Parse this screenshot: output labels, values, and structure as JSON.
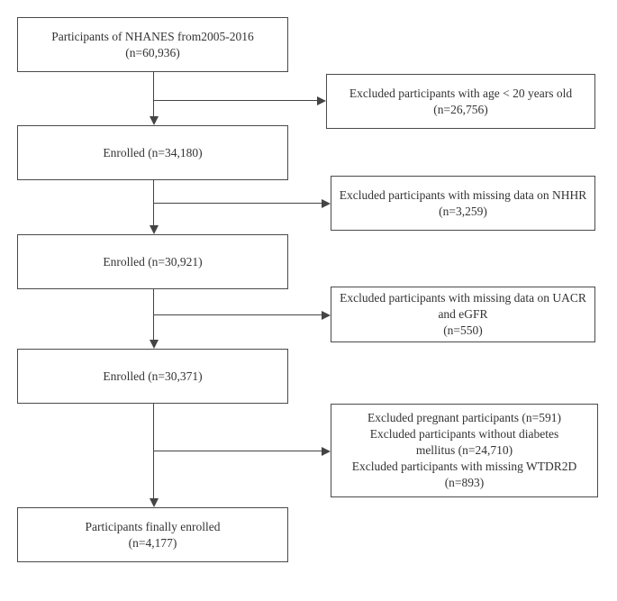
{
  "flow_boxes": [
    {
      "lines": [
        "Participants of NHANES from2005-2016",
        "(n=60,936)"
      ]
    },
    {
      "lines": [
        "Enrolled (n=34,180)"
      ]
    },
    {
      "lines": [
        "Enrolled (n=30,921)"
      ]
    },
    {
      "lines": [
        "Enrolled (n=30,371)"
      ]
    },
    {
      "lines": [
        "Participants finally enrolled",
        "(n=4,177)"
      ]
    }
  ],
  "exclusion_boxes": [
    {
      "lines": [
        "Excluded participants with age < 20 years old",
        "(n=26,756)"
      ]
    },
    {
      "lines": [
        "Excluded participants with missing data on NHHR",
        "(n=3,259)"
      ]
    },
    {
      "lines": [
        "Excluded participants with missing data on UACR",
        "and eGFR",
        "(n=550)"
      ]
    },
    {
      "lines": [
        "Excluded pregnant participants (n=591)",
        "Excluded participants without diabetes",
        "mellitus (n=24,710)",
        "Excluded participants with missing WTDR2D",
        "(n=893)"
      ]
    }
  ]
}
